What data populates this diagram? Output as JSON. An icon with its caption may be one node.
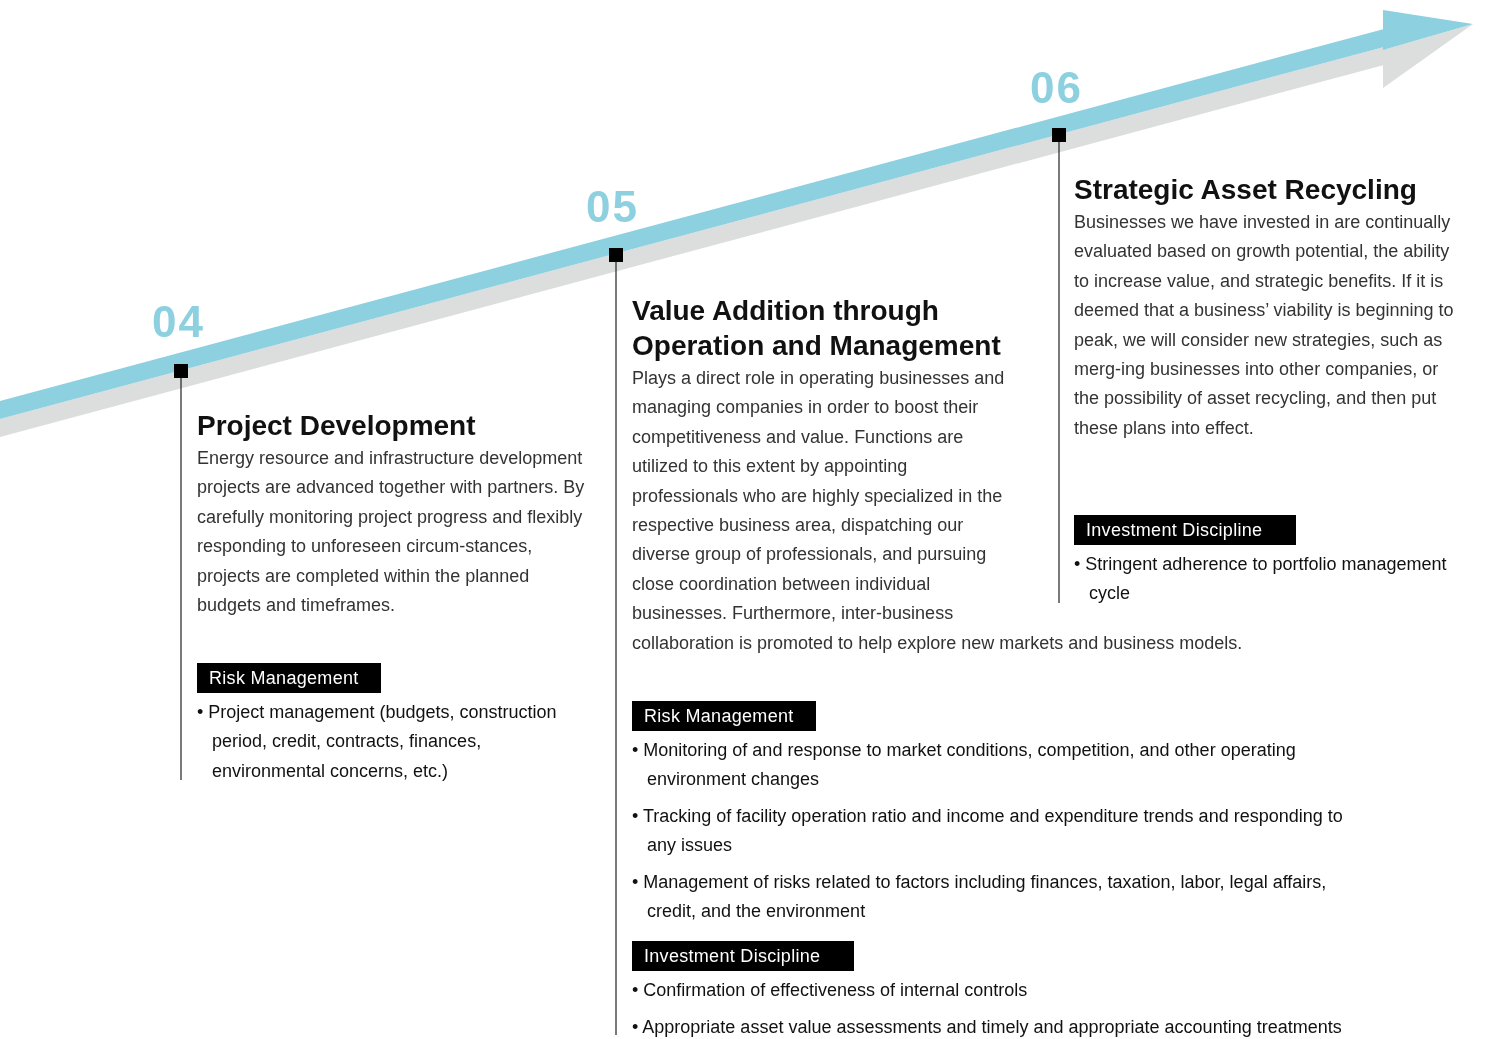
{
  "diagram": {
    "nodes": [
      {
        "text": [
          "Risk Management"
        ]
      },
      {
        "text": [
          "Risk Management"
        ]
      },
      {
        "text": [
          "Investment Discipline"
        ]
      },
      {
        "text": [
          "Investment Discipline"
        ]
      }
    ],
    "labels": [
      "04",
      "Project Development",
      "Energy resource and infrastructure development projects are advanced together with partners. By carefully monitoring project progress and flexibly responding to unforeseen circum-stances, projects are completed within the planned budgets and timeframes.",
      "• Project management (budgets, construction period, credit, contracts, finances, environmental concerns, etc.)",
      "05",
      "Value Addition through Operation and Management",
      "Plays a direct role in operating businesses and managing companies in order to boost their competitiveness and value. Functions are utilized to this extent by appointing professionals who are highly specialized in the respective business area, dispatching our diverse group of professionals, and pursuing close coordination between individual businesses. Furthermore, inter-business collaboration is promoted to help explore new markets and business models.",
      "• Monitoring of and response to market conditions, competition, and other operating environment changes",
      "• Tracking of facility operation ratio and income and expenditure trends and responding to any issues",
      "• Management of risks related to factors including finances, taxation, labor, legal affairs, credit, and the environment",
      "• Confirmation of effectiveness of internal controls",
      "• Appropriate asset value assessments and timely and appropriate accounting treatments",
      "06",
      "Strategic Asset Recycling",
      "Businesses we have invested in are continually evaluated based on growth potential, the ability to increase value, and strategic benefits. If it is deemed that a business’ viability is beginning to peak, we will consider new strategies, such as merg-ing businesses into other companies, or the possibility of asset recycling, and then put these plans into effect.",
      "• Stringent adherence to portfolio management cycle"
    ]
  }
}
